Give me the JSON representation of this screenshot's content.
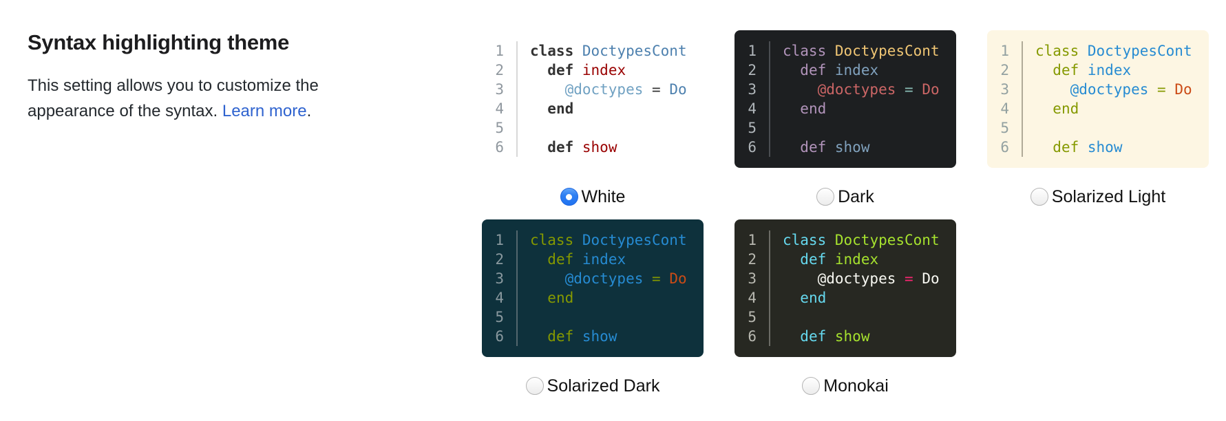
{
  "colors": {
    "accent": "#2e7ff2",
    "link": "#2f63cf",
    "title_text": "#1d1d1f",
    "body_text": "#24292e",
    "label_text": "#111111"
  },
  "section": {
    "title": "Syntax highlighting theme",
    "description": {
      "line1": "This setting allows you to customize the",
      "line2_prefix": "appearance of the syntax. ",
      "link_label": "Learn more",
      "suffix": "."
    }
  },
  "code_sample": {
    "line_numbers": [
      "1",
      "2",
      "3",
      "4",
      "5",
      "6"
    ],
    "lines": [
      [
        [
          "keyword",
          "class"
        ],
        [
          "plain",
          " "
        ],
        [
          "constant",
          "DoctypesCont"
        ]
      ],
      [
        [
          "plain",
          "  "
        ],
        [
          "keyword",
          "def"
        ],
        [
          "plain",
          " "
        ],
        [
          "function",
          "index"
        ]
      ],
      [
        [
          "plain",
          "    "
        ],
        [
          "ivar",
          "@doctypes"
        ],
        [
          "plain",
          " "
        ],
        [
          "operator",
          "="
        ],
        [
          "plain",
          " "
        ],
        [
          "rhs",
          "Do"
        ]
      ],
      [
        [
          "plain",
          "  "
        ],
        [
          "keyword",
          "end"
        ]
      ],
      [],
      [
        [
          "plain",
          "  "
        ],
        [
          "keyword",
          "def"
        ],
        [
          "plain",
          " "
        ],
        [
          "function",
          "show"
        ]
      ]
    ]
  },
  "themes": [
    {
      "id": "white",
      "label": "White",
      "selected": true,
      "palette": {
        "bg": "#ffffff",
        "plain": "#333333",
        "gutter_text": "#8f979e",
        "gutter_border": "#d8d8d8",
        "keyword": "#333333",
        "keyword_bold": true,
        "constant": "#4d80ae",
        "function": "#990000",
        "ivar": "#70a1c2",
        "operator": "#333333",
        "rhs": "#4d80ae"
      }
    },
    {
      "id": "dark",
      "label": "Dark",
      "selected": false,
      "palette": {
        "bg": "#1d1f21",
        "plain": "#c5c8c6",
        "gutter_text": "#b0b6ba",
        "gutter_border": "#4a4d51",
        "keyword": "#b294bb",
        "keyword_bold": false,
        "constant": "#f0c674",
        "function": "#81a2be",
        "ivar": "#cc6666",
        "operator": "#8abeb7",
        "rhs": "#cc6666"
      }
    },
    {
      "id": "solarized-light",
      "label": "Solarized Light",
      "selected": false,
      "palette": {
        "bg": "#fdf6e3",
        "plain": "#657b83",
        "gutter_text": "#93a1a1",
        "gutter_border": "#b0aa98",
        "keyword": "#859900",
        "keyword_bold": false,
        "constant": "#268bd2",
        "function": "#268bd2",
        "ivar": "#268bd2",
        "operator": "#859900",
        "rhs": "#cb4b16"
      }
    },
    {
      "id": "solarized-dark",
      "label": "Solarized Dark",
      "selected": false,
      "palette": {
        "bg": "#0e313c",
        "plain": "#839496",
        "gutter_text": "#8a999f",
        "gutter_border": "#54676e",
        "keyword": "#859900",
        "keyword_bold": false,
        "constant": "#268bd2",
        "function": "#268bd2",
        "ivar": "#268bd2",
        "operator": "#859900",
        "rhs": "#cb4b16"
      }
    },
    {
      "id": "monokai",
      "label": "Monokai",
      "selected": false,
      "palette": {
        "bg": "#272822",
        "plain": "#f8f8f2",
        "gutter_text": "#b8b8b0",
        "gutter_border": "#6b6b65",
        "keyword": "#66d9ef",
        "keyword_bold": false,
        "constant": "#a6e22e",
        "function": "#a6e22e",
        "ivar": "#f8f8f2",
        "operator": "#f92672",
        "rhs": "#f8f8f2"
      }
    }
  ]
}
